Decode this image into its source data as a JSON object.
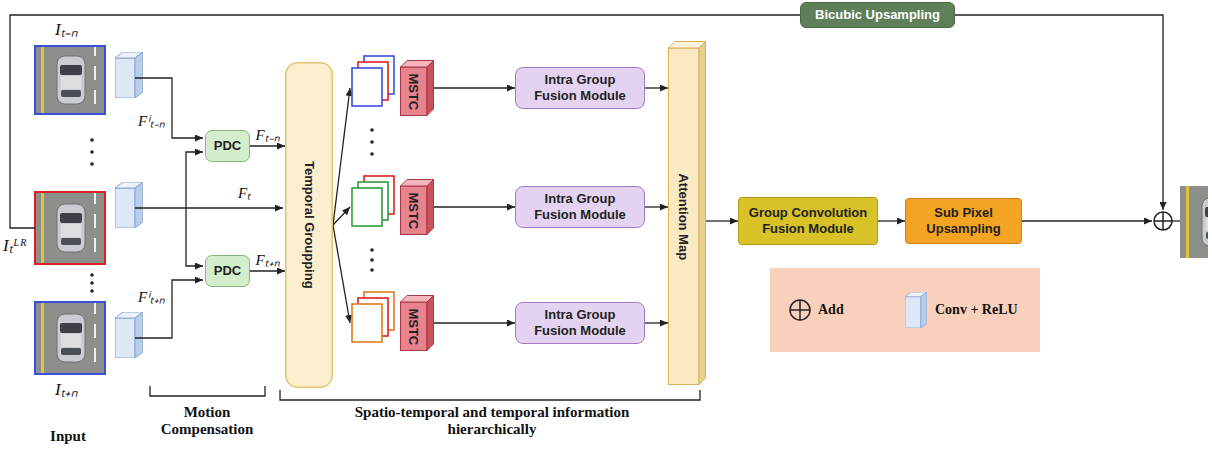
{
  "diagram": {
    "nodes": [
      {
        "text": [
          "PDC"
        ]
      },
      {
        "text": [
          "PDC"
        ]
      },
      {
        "text": [
          "Temporal Groupping"
        ]
      },
      {
        "text": [
          "MSTC"
        ]
      },
      {
        "text": [
          "MSTC"
        ]
      },
      {
        "text": [
          "MSTC"
        ]
      },
      {
        "text": [
          "Intra Group Fusion Module"
        ]
      },
      {
        "text": [
          "Intra Group Fusion Module"
        ]
      },
      {
        "text": [
          "Intra Group Fusion Module"
        ]
      },
      {
        "text": [
          "Attention Map"
        ]
      },
      {
        "text": [
          "Group Convolution Fusion Module"
        ]
      },
      {
        "text": [
          "Sub Pixel Upsampling"
        ]
      },
      {
        "text": [
          "Bicubic Upsampling"
        ]
      }
    ],
    "edges": [
      {
        "from": 0,
        "to": 2,
        "arrow": "to",
        "label": "Fₜ₋ₙ"
      },
      {
        "from": 1,
        "to": 2,
        "arrow": "to",
        "label": "Fₜ₊ₙ"
      },
      {
        "from": 3,
        "to": 6,
        "arrow": "to"
      },
      {
        "from": 4,
        "to": 7,
        "arrow": "to"
      },
      {
        "from": 5,
        "to": 8,
        "arrow": "to"
      },
      {
        "from": 6,
        "to": 9,
        "arrow": "to"
      },
      {
        "from": 7,
        "to": 9,
        "arrow": "to"
      },
      {
        "from": 8,
        "to": 9,
        "arrow": "to"
      },
      {
        "from": 9,
        "to": 10,
        "arrow": "to"
      },
      {
        "from": 10,
        "to": 11,
        "arrow": "to"
      }
    ],
    "labels": [
      "Iₜ₋ₙ",
      "Iₜᴸᴿ",
      "Iₜ₊ₙ",
      "Fⁱₜ₋ₙ",
      "Fⁱₜ₊ₙ",
      "Fₜ",
      "Input",
      "Motion Compensation",
      "Spatio-temporal and temporal information hierarchically"
    ],
    "legend": [
      {
        "text": "Add"
      },
      {
        "text": "Conv + ReLU"
      }
    ]
  }
}
